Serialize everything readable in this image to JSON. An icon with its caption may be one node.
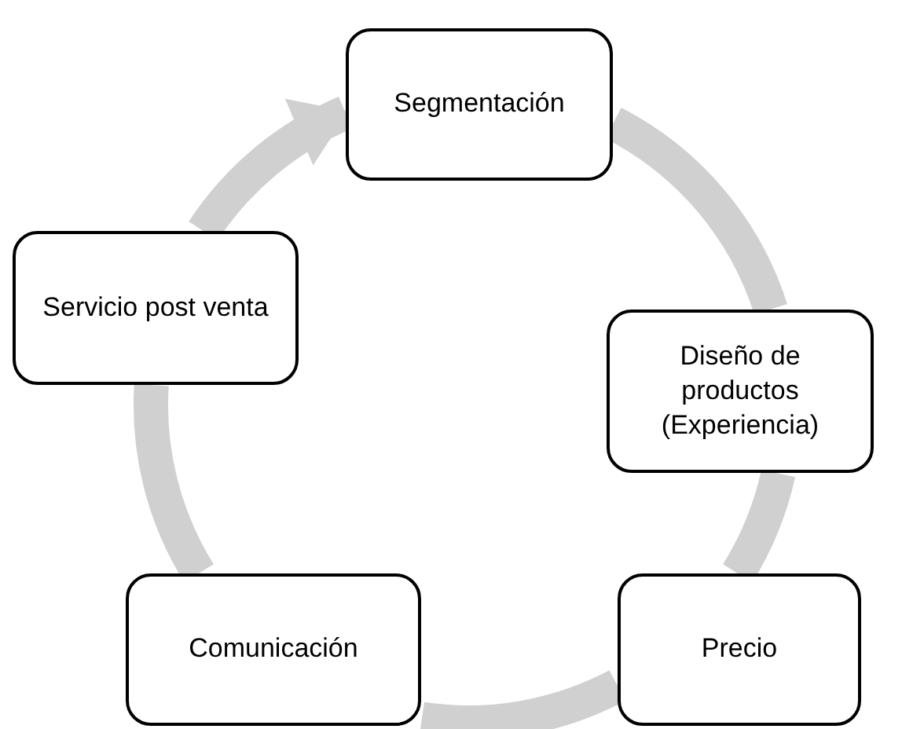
{
  "diagram": {
    "nodes": [
      {
        "text": [
          "Segmentación"
        ]
      },
      {
        "text": [
          "Diseño de productos (Experiencia)"
        ]
      },
      {
        "text": [
          "Precio"
        ]
      },
      {
        "text": [
          "Comunicación"
        ]
      },
      {
        "text": [
          "Servicio post venta"
        ]
      }
    ],
    "edges": [
      {
        "from": 0,
        "to": 1,
        "arrow": "none"
      },
      {
        "from": 1,
        "to": 2,
        "arrow": "none"
      },
      {
        "from": 2,
        "to": 3,
        "arrow": "none"
      },
      {
        "from": 3,
        "to": 4,
        "arrow": "none"
      },
      {
        "from": 4,
        "to": 0,
        "arrow": "to"
      }
    ]
  }
}
